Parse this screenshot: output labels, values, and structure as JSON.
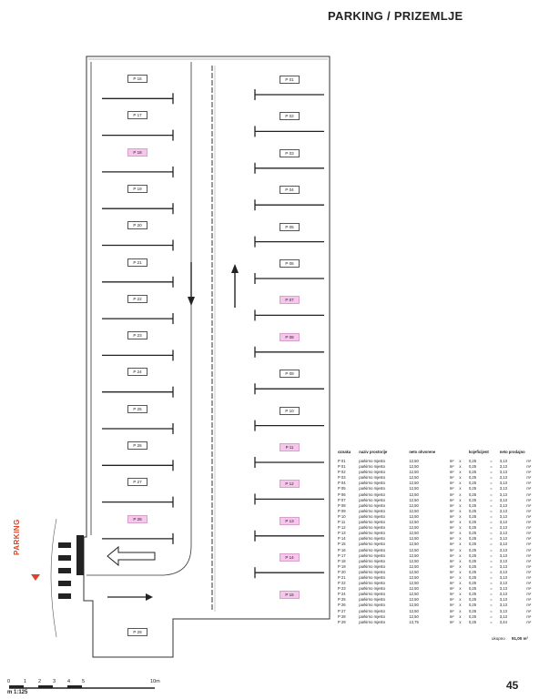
{
  "title": "PARKING / PRIZEMLJE",
  "entry_label": "PARKING",
  "page_number": "45",
  "scale": {
    "ratio": "m 1:125",
    "ticks": [
      "0",
      "1",
      "2",
      "3",
      "4",
      "5",
      "10m"
    ]
  },
  "spots_left": [
    {
      "label": "P 16",
      "highlight": false
    },
    {
      "label": "P 17",
      "highlight": false
    },
    {
      "label": "P 18",
      "highlight": true
    },
    {
      "label": "P 19",
      "highlight": false
    },
    {
      "label": "P 20",
      "highlight": false
    },
    {
      "label": "P 21",
      "highlight": false
    },
    {
      "label": "P 22",
      "highlight": false
    },
    {
      "label": "P 23",
      "highlight": false
    },
    {
      "label": "P 24",
      "highlight": false
    },
    {
      "label": "P 25",
      "highlight": false
    },
    {
      "label": "P 26",
      "highlight": false
    },
    {
      "label": "P 27",
      "highlight": false
    },
    {
      "label": "P 28",
      "highlight": true
    }
  ],
  "spots_right": [
    {
      "label": "P 01",
      "highlight": false
    },
    {
      "label": "P 02",
      "highlight": false
    },
    {
      "label": "P 03",
      "highlight": false
    },
    {
      "label": "P 04",
      "highlight": false
    },
    {
      "label": "P 05",
      "highlight": false
    },
    {
      "label": "P 06",
      "highlight": false
    },
    {
      "label": "P 07",
      "highlight": true
    },
    {
      "label": "P 08",
      "highlight": true
    },
    {
      "label": "P 09",
      "highlight": false
    },
    {
      "label": "P 10",
      "highlight": false
    },
    {
      "label": "P 11",
      "highlight": true
    },
    {
      "label": "P 12",
      "highlight": true
    },
    {
      "label": "P 13",
      "highlight": true
    },
    {
      "label": "P 14",
      "highlight": true
    },
    {
      "label": "P 15",
      "highlight": true
    }
  ],
  "spot_bottom": {
    "label": "P 29",
    "highlight": false
  },
  "table": {
    "headers": [
      "oznaka",
      "naziv prostorije",
      "neto ohvorene",
      "",
      "",
      "kojeficijent",
      "",
      "neto prodajno",
      ""
    ],
    "rows": [
      [
        "P 01",
        "parkirno mjesto",
        "12,50",
        "m²",
        "x",
        "0,25",
        "=",
        "3,13",
        "m²"
      ],
      [
        "P 01",
        "parkirno mjesto",
        "12,50",
        "m²",
        "x",
        "0,25",
        "=",
        "3,13",
        "m²"
      ],
      [
        "P 02",
        "parkirno mjesto",
        "12,50",
        "m²",
        "x",
        "0,25",
        "=",
        "3,13",
        "m²"
      ],
      [
        "P 03",
        "parkirno mjesto",
        "12,50",
        "m²",
        "x",
        "0,25",
        "=",
        "3,13",
        "m²"
      ],
      [
        "P 04",
        "parkirno mjesto",
        "12,50",
        "m²",
        "x",
        "0,25",
        "=",
        "3,13",
        "m²"
      ],
      [
        "P 05",
        "parkirno mjesto",
        "12,50",
        "m²",
        "x",
        "0,25",
        "=",
        "3,13",
        "m²"
      ],
      [
        "P 06",
        "parkirno mjesto",
        "12,50",
        "m²",
        "x",
        "0,25",
        "=",
        "3,13",
        "m²"
      ],
      [
        "P 07",
        "parkirno mjesto",
        "12,50",
        "m²",
        "x",
        "0,25",
        "=",
        "3,13",
        "m²"
      ],
      [
        "P 08",
        "parkirno mjesto",
        "12,50",
        "m²",
        "x",
        "0,25",
        "=",
        "3,13",
        "m²"
      ],
      [
        "P 09",
        "parkirno mjesto",
        "12,50",
        "m²",
        "x",
        "0,25",
        "=",
        "3,13",
        "m²"
      ],
      [
        "P 10",
        "parkirno mjesto",
        "12,50",
        "m²",
        "x",
        "0,25",
        "=",
        "3,13",
        "m²"
      ],
      [
        "P 11",
        "parkirno mjesto",
        "12,50",
        "m²",
        "x",
        "0,25",
        "=",
        "3,13",
        "m²"
      ],
      [
        "P 12",
        "parkirno mjesto",
        "12,50",
        "m²",
        "x",
        "0,25",
        "=",
        "3,13",
        "m²"
      ],
      [
        "P 13",
        "parkirno mjesto",
        "12,50",
        "m²",
        "x",
        "0,25",
        "=",
        "3,13",
        "m²"
      ],
      [
        "P 14",
        "parkirno mjesto",
        "12,50",
        "m²",
        "x",
        "0,25",
        "=",
        "3,13",
        "m²"
      ],
      [
        "P 15",
        "parkirno mjesto",
        "12,50",
        "m²",
        "x",
        "0,25",
        "=",
        "3,13",
        "m²"
      ],
      [
        "P 16",
        "parkirno mjesto",
        "12,50",
        "m²",
        "x",
        "0,25",
        "=",
        "3,13",
        "m²"
      ],
      [
        "P 17",
        "parkirno mjesto",
        "12,50",
        "m²",
        "x",
        "0,25",
        "=",
        "3,13",
        "m²"
      ],
      [
        "P 18",
        "parkirno mjesto",
        "12,50",
        "m²",
        "x",
        "0,25",
        "=",
        "3,13",
        "m²"
      ],
      [
        "P 19",
        "parkirno mjesto",
        "12,50",
        "m²",
        "x",
        "0,25",
        "=",
        "3,13",
        "m²"
      ],
      [
        "P 20",
        "parkirno mjesto",
        "12,50",
        "m²",
        "x",
        "0,25",
        "=",
        "3,13",
        "m²"
      ],
      [
        "P 21",
        "parkirno mjesto",
        "12,50",
        "m²",
        "x",
        "0,25",
        "=",
        "3,13",
        "m²"
      ],
      [
        "P 22",
        "parkirno mjesto",
        "12,50",
        "m²",
        "x",
        "0,25",
        "=",
        "3,13",
        "m²"
      ],
      [
        "P 23",
        "parkirno mjesto",
        "12,50",
        "m²",
        "x",
        "0,25",
        "=",
        "3,13",
        "m²"
      ],
      [
        "P 24",
        "parkirno mjesto",
        "12,50",
        "m²",
        "x",
        "0,25",
        "=",
        "3,13",
        "m²"
      ],
      [
        "P 25",
        "parkirno mjesto",
        "12,50",
        "m²",
        "x",
        "0,25",
        "=",
        "3,13",
        "m²"
      ],
      [
        "P 26",
        "parkirno mjesto",
        "12,50",
        "m²",
        "x",
        "0,25",
        "=",
        "3,13",
        "m²"
      ],
      [
        "P 27",
        "parkirno mjesto",
        "12,50",
        "m²",
        "x",
        "0,25",
        "=",
        "3,13",
        "m²"
      ],
      [
        "P 28",
        "parkirno mjesto",
        "12,50",
        "m²",
        "x",
        "0,25",
        "=",
        "3,13",
        "m²"
      ],
      [
        "P 29",
        "parkirno mjesto",
        "13,75",
        "m²",
        "x",
        "0,25",
        "=",
        "3,44",
        "m²"
      ]
    ],
    "total_label": "ukupno",
    "total_value": "91,00 m²"
  },
  "colors": {
    "highlight": "#f7c6ec",
    "entry": "#d9442a",
    "line": "#222222"
  }
}
